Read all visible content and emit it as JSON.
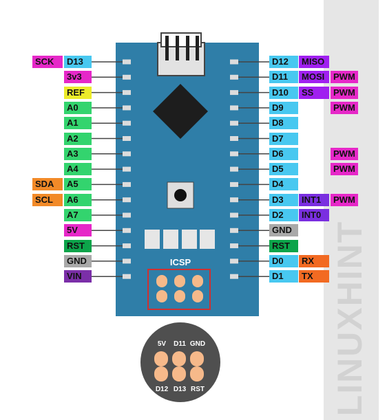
{
  "board": {
    "colors": {
      "pcb": "#2f7ea8",
      "chip": "#1d1d1d",
      "pin": "#dcdcdc",
      "line": "#444444",
      "icsp_box": "#d03030",
      "icsp_pad": "#f6b98a",
      "background_panel": "#e6e6e6"
    },
    "icsp_label": "ICSP"
  },
  "left_pins": [
    {
      "label": "D13",
      "color": "#48c8f0",
      "extra": [
        {
          "text": "SCK",
          "color": "#e628c8"
        }
      ]
    },
    {
      "label": "3v3",
      "color": "#e628c8",
      "extra": []
    },
    {
      "label": "REF",
      "color": "#ecec2a",
      "extra": []
    },
    {
      "label": "A0",
      "color": "#33d46e",
      "extra": []
    },
    {
      "label": "A1",
      "color": "#33d46e",
      "extra": []
    },
    {
      "label": "A2",
      "color": "#33d46e",
      "extra": []
    },
    {
      "label": "A3",
      "color": "#33d46e",
      "extra": []
    },
    {
      "label": "A4",
      "color": "#33d46e",
      "extra": []
    },
    {
      "label": "A5",
      "color": "#33d46e",
      "extra": [
        {
          "text": "SDA",
          "color": "#f28a28"
        }
      ]
    },
    {
      "label": "A6",
      "color": "#33d46e",
      "extra": [
        {
          "text": "SCL",
          "color": "#f28a28"
        }
      ]
    },
    {
      "label": "A7",
      "color": "#33d46e",
      "extra": []
    },
    {
      "label": "5V",
      "color": "#e628c8",
      "extra": []
    },
    {
      "label": "RST",
      "color": "#0ca44a",
      "extra": []
    },
    {
      "label": "GND",
      "color": "#a9a9a9",
      "extra": []
    },
    {
      "label": "VIN",
      "color": "#7b2fa8",
      "extra": []
    }
  ],
  "right_pins": [
    {
      "label": "D12",
      "color": "#48c8f0",
      "extra": [
        {
          "text": "MISO",
          "color": "#a020f0"
        }
      ]
    },
    {
      "label": "D11",
      "color": "#48c8f0",
      "extra": [
        {
          "text": "MOSI",
          "color": "#a020f0"
        },
        {
          "text": "PWM",
          "color": "#e628c8"
        }
      ]
    },
    {
      "label": "D10",
      "color": "#48c8f0",
      "extra": [
        {
          "text": "SS",
          "color": "#a020f0"
        },
        {
          "text": "PWM",
          "color": "#e628c8"
        }
      ]
    },
    {
      "label": "D9",
      "color": "#48c8f0",
      "extra": [
        {
          "text": "",
          "color": ""
        },
        {
          "text": "PWM",
          "color": "#e628c8"
        }
      ]
    },
    {
      "label": "D8",
      "color": "#48c8f0",
      "extra": []
    },
    {
      "label": "D7",
      "color": "#48c8f0",
      "extra": []
    },
    {
      "label": "D6",
      "color": "#48c8f0",
      "extra": [
        {
          "text": "",
          "color": ""
        },
        {
          "text": "PWM",
          "color": "#e628c8"
        }
      ]
    },
    {
      "label": "D5",
      "color": "#48c8f0",
      "extra": [
        {
          "text": "",
          "color": ""
        },
        {
          "text": "PWM",
          "color": "#e628c8"
        }
      ]
    },
    {
      "label": "D4",
      "color": "#48c8f0",
      "extra": []
    },
    {
      "label": "D3",
      "color": "#48c8f0",
      "extra": [
        {
          "text": "INT1",
          "color": "#7a2fe0"
        },
        {
          "text": "PWM",
          "color": "#e628c8"
        }
      ]
    },
    {
      "label": "D2",
      "color": "#48c8f0",
      "extra": [
        {
          "text": "INT0",
          "color": "#7a2fe0"
        }
      ]
    },
    {
      "label": "GND",
      "color": "#a9a9a9",
      "extra": []
    },
    {
      "label": "RST",
      "color": "#0ca44a",
      "extra": []
    },
    {
      "label": "D0",
      "color": "#48c8f0",
      "extra": [
        {
          "text": "RX",
          "color": "#f26a22"
        }
      ]
    },
    {
      "label": "D1",
      "color": "#48c8f0",
      "extra": [
        {
          "text": "TX",
          "color": "#f26a22"
        }
      ]
    }
  ],
  "icsp_header": {
    "top_labels": [
      "5V",
      "D11",
      "GND"
    ],
    "bottom_labels": [
      "D12",
      "D13",
      "RST"
    ],
    "circle_color": "#4f4f4f"
  },
  "watermark": "LINUXHINT"
}
